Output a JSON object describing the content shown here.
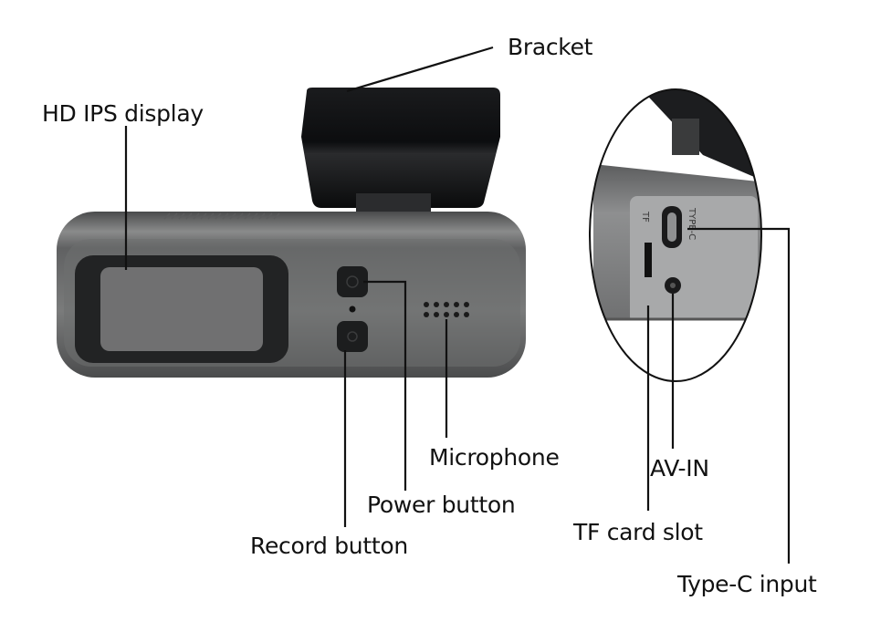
{
  "title": "Dash camera component diagram",
  "labels": {
    "bracket": "Bracket",
    "hd_ips_display": "HD IPS display",
    "microphone": "Microphone",
    "power_button": "Power button",
    "record_button": "Record button",
    "av_in": "AV-IN",
    "tf_card_slot": "TF card slot",
    "type_c_input": "Type-C input"
  },
  "device_markings": {
    "type_c_port": "TYPE-C",
    "tf_slot": "TF"
  },
  "colors": {
    "body_gray": "#6f7070",
    "bracket_black": "#0f1012",
    "screen_gray": "#707070",
    "line_color": "#111111",
    "background": "#ffffff"
  }
}
